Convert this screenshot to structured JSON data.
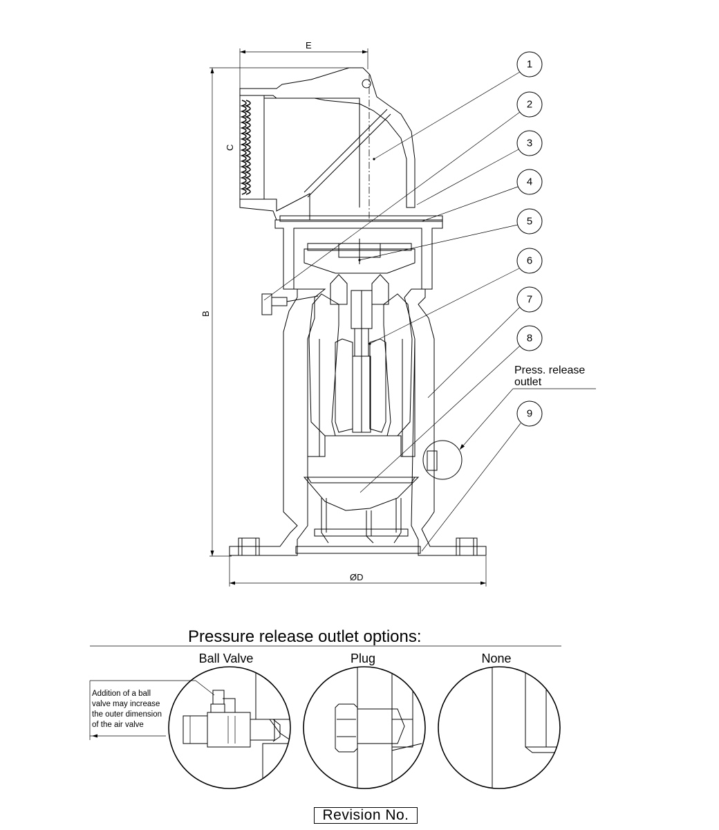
{
  "dimensions": {
    "e_label": "E",
    "c_label": "C",
    "b_label": "B",
    "d_label": "ØD"
  },
  "balloons": [
    "1",
    "2",
    "3",
    "4",
    "5",
    "6",
    "7",
    "8",
    "9"
  ],
  "press_release_label": {
    "line1": "Press. release",
    "line2": "outlet"
  },
  "options": {
    "title": "Pressure release outlet options:",
    "ball_valve": "Ball Valve",
    "plug": "Plug",
    "none": "None",
    "note_lines": [
      "Addition of a ball",
      "valve may increase",
      "the outer dimension",
      "of the air valve"
    ]
  },
  "revision_label": "Revision No."
}
